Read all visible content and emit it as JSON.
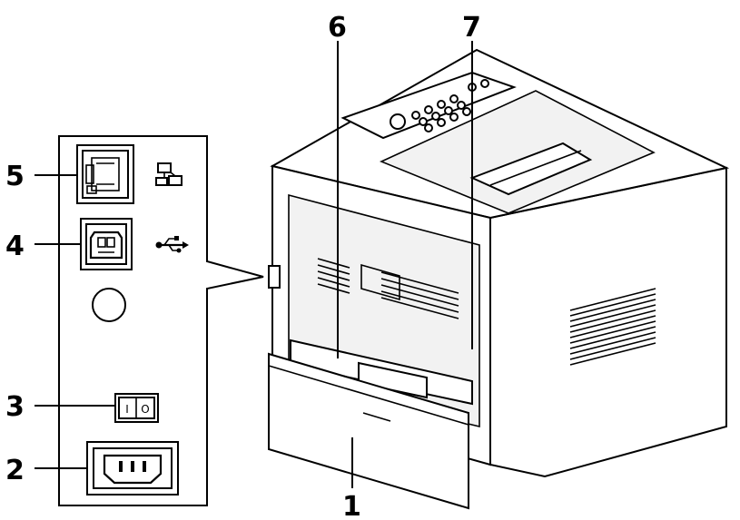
{
  "callouts": {
    "c1": "1",
    "c2": "2",
    "c3": "3",
    "c4": "4",
    "c5": "5",
    "c6": "6",
    "c7": "7"
  },
  "switch_marks": {
    "off": "I",
    "on": "O"
  },
  "icons": [
    "ethernet-network-icon",
    "usb-icon"
  ]
}
